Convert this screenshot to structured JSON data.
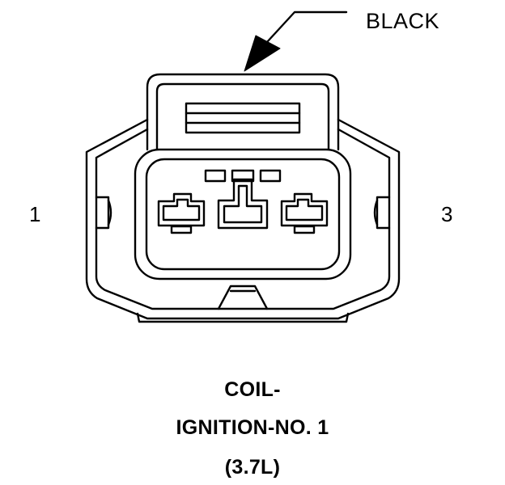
{
  "connector": {
    "wire_color_label": "BLACK",
    "pin_left_label": "1",
    "pin_right_label": "3"
  },
  "caption": {
    "line1": "COIL-",
    "line2": "IGNITION-NO. 1",
    "line3": "(3.7L)"
  },
  "colors": {
    "stroke": "#000000",
    "background": "#ffffff"
  }
}
